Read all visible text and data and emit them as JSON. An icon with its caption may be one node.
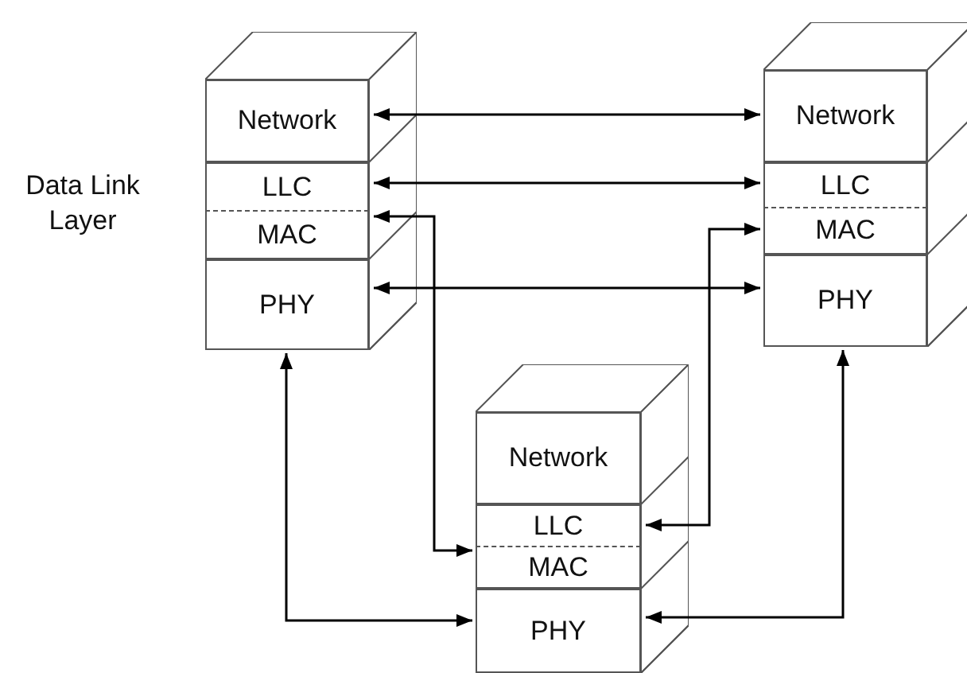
{
  "diagram": {
    "nodes": [
      {
        "text": [],
        "shape": "box"
      },
      {
        "text": [
          "Network"
        ],
        "in": 0
      },
      {
        "text": [
          "LLC"
        ],
        "in": 0
      },
      {
        "text": [
          "MAC"
        ],
        "in": 0
      },
      {
        "text": [
          "PHY"
        ],
        "in": 0
      },
      {
        "text": [],
        "shape": "box"
      },
      {
        "text": [
          "Network"
        ],
        "in": 5
      },
      {
        "text": [
          "LLC"
        ],
        "in": 5
      },
      {
        "text": [
          "MAC"
        ],
        "in": 5
      },
      {
        "text": [
          "PHY"
        ],
        "in": 5
      },
      {
        "text": [],
        "shape": "box"
      },
      {
        "text": [
          "Network"
        ],
        "in": 10
      },
      {
        "text": [
          "LLC"
        ],
        "in": 10
      },
      {
        "text": [
          "MAC"
        ],
        "in": 10
      },
      {
        "text": [
          "PHY"
        ],
        "in": 10
      }
    ],
    "edges": [
      {
        "from": 1,
        "to": 6,
        "arrow": "both"
      },
      {
        "from": 2,
        "to": 7,
        "arrow": "both"
      },
      {
        "from": 3,
        "to": 13,
        "arrow": "both"
      },
      {
        "from": 8,
        "to": 12,
        "arrow": "both"
      },
      {
        "from": 4,
        "to": 9,
        "arrow": "both"
      },
      {
        "from": 4,
        "to": 14,
        "arrow": "both"
      },
      {
        "from": 9,
        "to": 14,
        "arrow": "both"
      }
    ],
    "labels": [
      "Data Link Layer"
    ]
  }
}
